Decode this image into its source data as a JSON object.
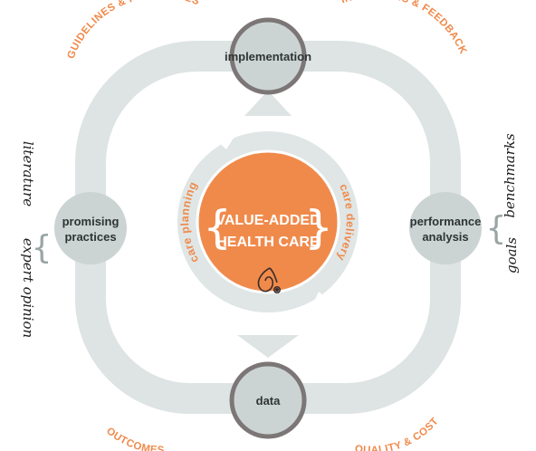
{
  "colors": {
    "arc": "#dde4e3",
    "arc_edge": "#c9d2d1",
    "node_fill": "#cbd4d3",
    "node_ring": "#7c7676",
    "orange": "#f08a4b",
    "center_ring": "#dfe6e5",
    "text_dark": "#2f3333"
  },
  "nodes": {
    "top": "implementation",
    "left_line1": "promising",
    "left_line2": "practices",
    "right_line1": "performance",
    "right_line2": "analysis",
    "bottom": "data"
  },
  "arcs": {
    "top_left": "GUIDELINES & PROTOCOLS",
    "top_right": "INCENTIVES & FEEDBACK",
    "bottom_left": "OUTCOMES",
    "bottom_right": "QUALITY & COST"
  },
  "center": {
    "line1": "VALUE-ADDED",
    "line2": "HEALTH CARE",
    "left_arc": "care planning",
    "right_arc": "care delivery",
    "icon": "stethoscope-icon"
  },
  "sides": {
    "left_top": "literature",
    "left_bottom": "expert opinion",
    "right_top": "benchmarks",
    "right_bottom": "goals"
  }
}
